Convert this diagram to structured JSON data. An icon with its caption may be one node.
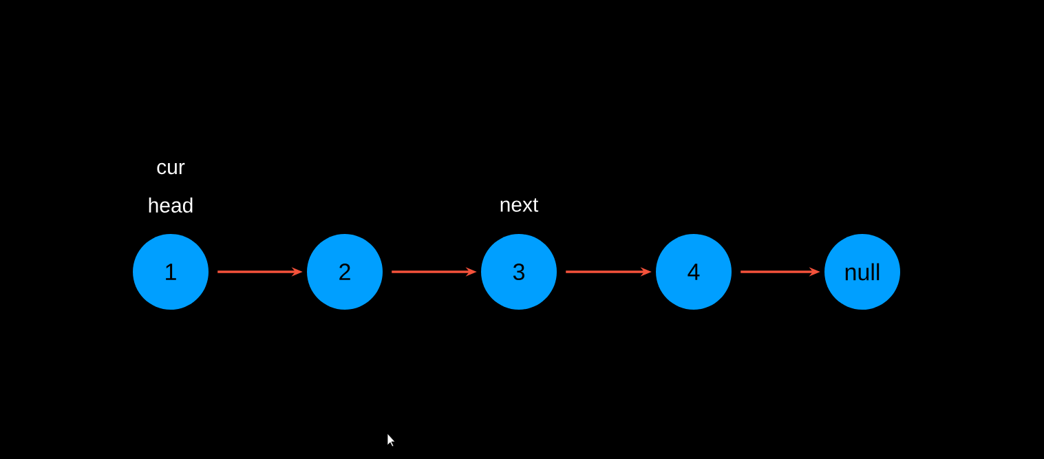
{
  "diagram": {
    "nodes": [
      {
        "text": [
          "1"
        ],
        "beside": [
          "cur",
          "head"
        ]
      },
      {
        "text": [
          "2"
        ]
      },
      {
        "text": [
          "3"
        ],
        "beside": [
          "next"
        ]
      },
      {
        "text": [
          "4"
        ]
      },
      {
        "text": [
          "null"
        ]
      }
    ],
    "edges": [
      {
        "from": 0,
        "to": 1,
        "arrow": "to"
      },
      {
        "from": 1,
        "to": 2,
        "arrow": "to"
      },
      {
        "from": 2,
        "to": 3,
        "arrow": "to"
      },
      {
        "from": 3,
        "to": 4,
        "arrow": "to"
      }
    ]
  }
}
